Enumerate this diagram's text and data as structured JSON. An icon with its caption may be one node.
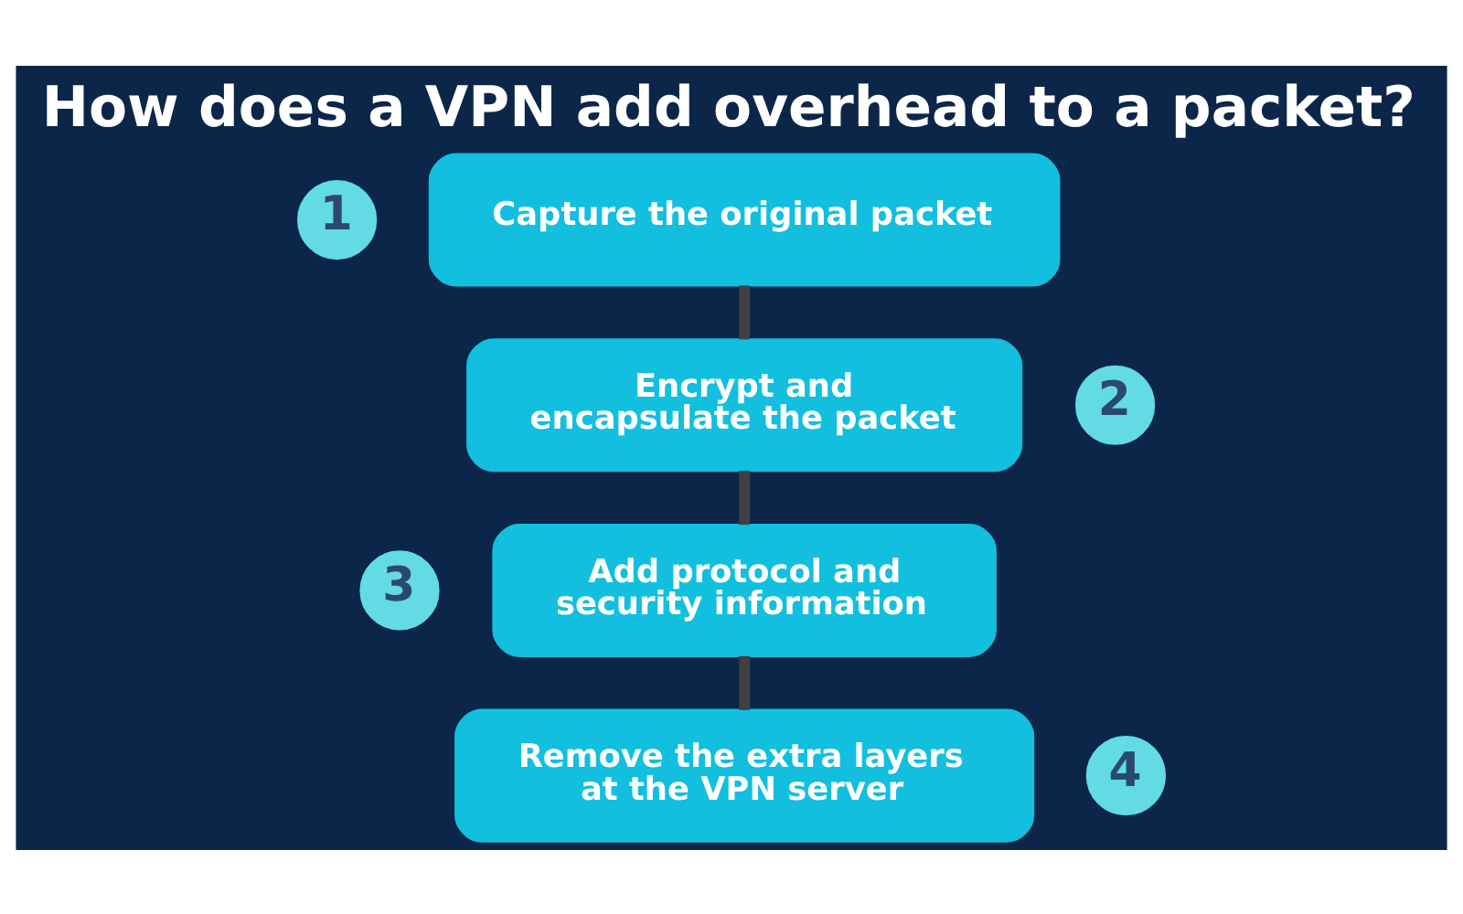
{
  "diagram": {
    "title": "How does a VPN add overhead to a packet?",
    "nodes": [
      {
        "text": [
          "Capture the original packet"
        ],
        "beside": [
          "1"
        ]
      },
      {
        "text": [
          "Encrypt and encapsulate the packet"
        ],
        "beside": [
          "2"
        ]
      },
      {
        "text": [
          "Add protocol and security information"
        ],
        "beside": [
          "3"
        ]
      },
      {
        "text": [
          "Remove the extra layers at the VPN server"
        ],
        "beside": [
          "4"
        ]
      }
    ],
    "edges": [
      {
        "from": 0,
        "to": 1,
        "arrow": "none"
      },
      {
        "from": 1,
        "to": 2,
        "arrow": "none"
      },
      {
        "from": 2,
        "to": 3,
        "arrow": "none"
      }
    ]
  }
}
